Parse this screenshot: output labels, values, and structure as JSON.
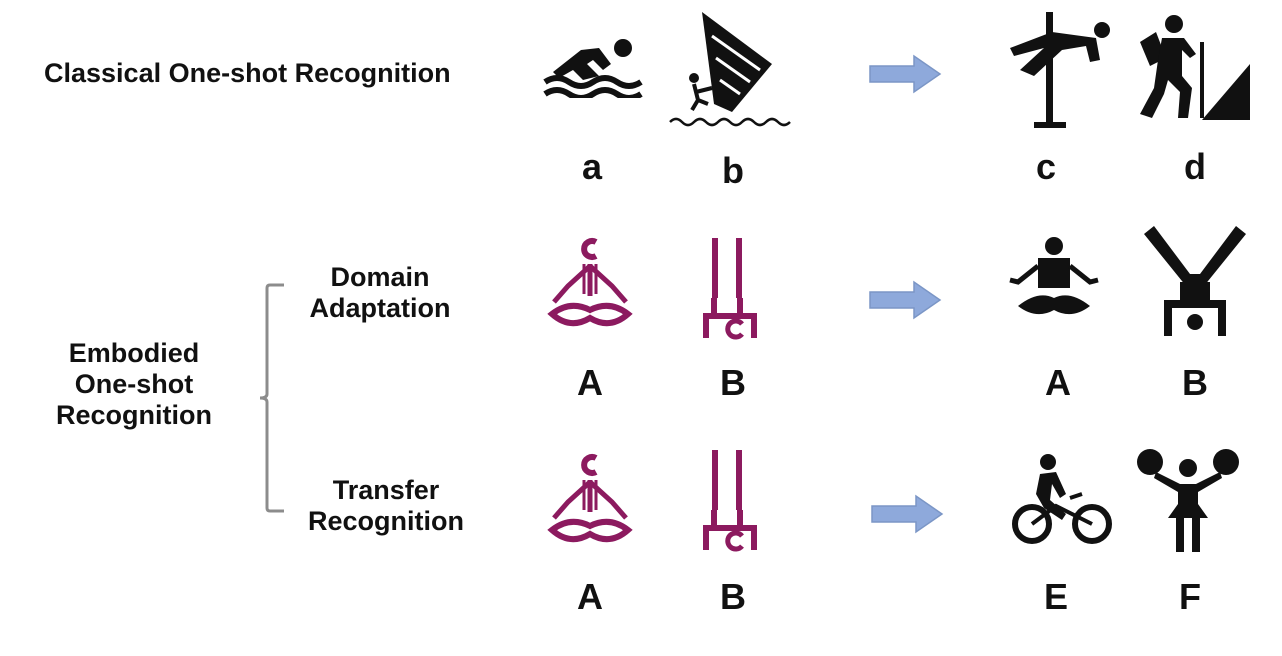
{
  "colors": {
    "pictogram": "#111111",
    "magenta": "#8c1a5f",
    "arrow_fill": "#8ea9db",
    "arrow_stroke": "#7b96c6",
    "bracket": "#8c8c8c"
  },
  "rows": [
    {
      "title": "Classical One-shot Recognition",
      "left_icons": [
        {
          "icon": "swimming-icon",
          "label": "a"
        },
        {
          "icon": "windsurfing-icon",
          "label": "b"
        }
      ],
      "right_icons": [
        {
          "icon": "pole-gymnastics-icon",
          "label": "c"
        },
        {
          "icon": "hiking-icon",
          "label": "d"
        }
      ]
    },
    {
      "title": "Domain Adaptation",
      "title_lines": [
        "Domain",
        "Adaptation"
      ],
      "left_icons": [
        {
          "icon": "yoga-lotus-icon",
          "label": "A"
        },
        {
          "icon": "handstand-icon",
          "label": "B"
        }
      ],
      "right_icons": [
        {
          "icon": "meditation-icon",
          "label": "A"
        },
        {
          "icon": "handstand-v-icon",
          "label": "B"
        }
      ]
    },
    {
      "title": "Transfer Recognition",
      "title_lines": [
        "Transfer",
        "Recognition"
      ],
      "left_icons": [
        {
          "icon": "yoga-lotus-icon",
          "label": "A"
        },
        {
          "icon": "handstand-icon",
          "label": "B"
        }
      ],
      "right_icons": [
        {
          "icon": "cycling-icon",
          "label": "E"
        },
        {
          "icon": "cheerleader-icon",
          "label": "F"
        }
      ]
    }
  ],
  "group_label": {
    "text": "Embodied One-shot Recognition",
    "lines": [
      "Embodied",
      "One-shot",
      "Recognition"
    ]
  }
}
